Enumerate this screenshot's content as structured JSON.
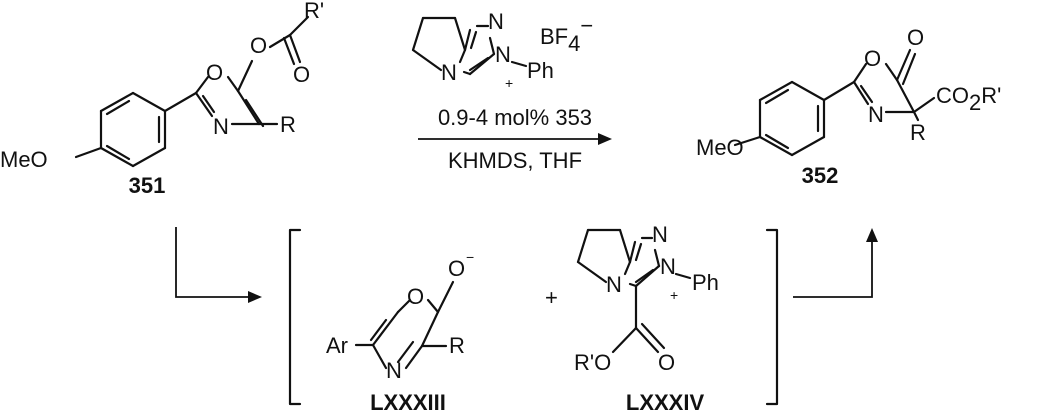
{
  "compounds": {
    "substrate": {
      "number": "351",
      "atoms": {
        "ester_o": "O",
        "ester_r": "R'",
        "carbonyl_o": "O",
        "ring_o": "O",
        "ring_n": "N",
        "r": "R",
        "ome": "MeO"
      }
    },
    "product": {
      "number": "352",
      "atoms": {
        "carbonyl_o": "O",
        "ring_o": "O",
        "ring_n": "N",
        "r": "R",
        "ester_co": "CO",
        "ester_sub": "2",
        "ester_r": "R'",
        "ome": "MeO"
      }
    },
    "catalyst": {
      "atoms": {
        "n1": "N",
        "n2": "N",
        "n4": "N",
        "charge": "+",
        "ph": "Ph",
        "bf": "BF",
        "bf_sub": "4",
        "bf_charge": "−"
      }
    },
    "intermediate_a": {
      "label": "LXXXIII",
      "atoms": {
        "enolate_o": "O",
        "charge": "−",
        "ring_o": "O",
        "ring_n": "N",
        "ar": "Ar",
        "r": "R"
      }
    },
    "intermediate_b": {
      "label": "LXXXIV",
      "atoms": {
        "n1": "N",
        "n2": "N",
        "n4": "N",
        "charge": "+",
        "ph": "Ph",
        "ester_o": "O",
        "ester_r": "R'",
        "carbonyl_o": "O"
      }
    }
  },
  "reaction": {
    "conditions_line1_prefix": "0.9-4 mol% ",
    "conditions_line1_catalyst": "353",
    "conditions_line2": "KHMDS, THF",
    "plus": "+"
  }
}
